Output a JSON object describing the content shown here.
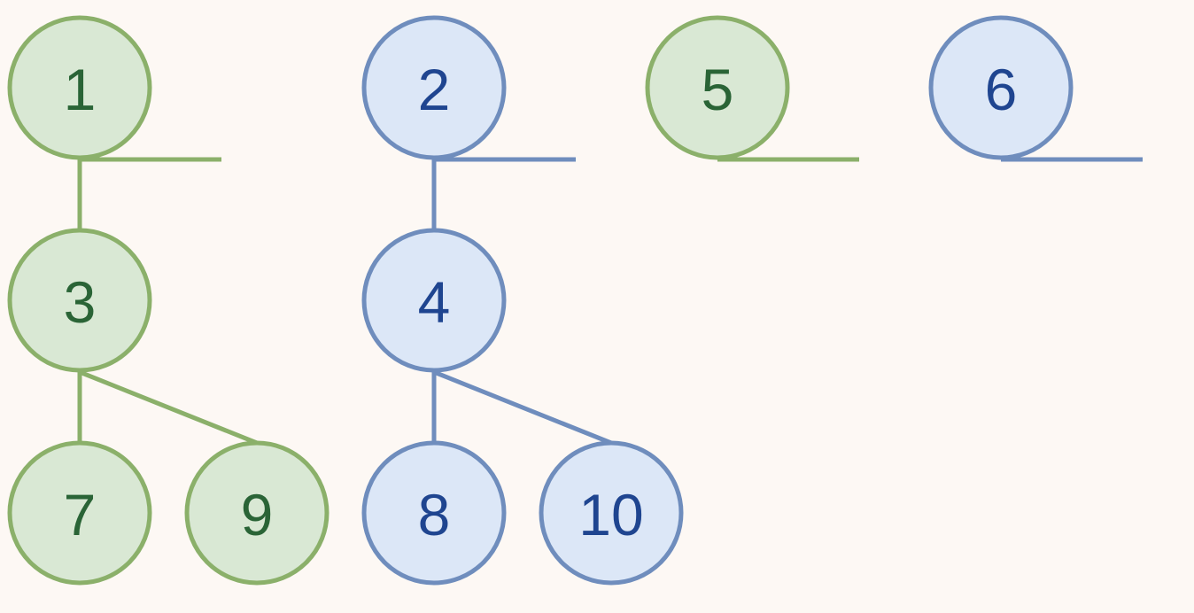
{
  "diagram": {
    "groups": [
      {
        "name": "green",
        "fill": "#d9e8d4",
        "stroke": "#8bb06a",
        "text_color": "#2a6436"
      },
      {
        "name": "blue",
        "fill": "#dce7f7",
        "stroke": "#6f8dbd",
        "text_color": "#1f4590"
      }
    ],
    "nodes": [
      {
        "id": "1",
        "label": "1",
        "group": "green"
      },
      {
        "id": "2",
        "label": "2",
        "group": "blue"
      },
      {
        "id": "5",
        "label": "5",
        "group": "green"
      },
      {
        "id": "6",
        "label": "6",
        "group": "blue"
      },
      {
        "id": "3",
        "label": "3",
        "group": "green"
      },
      {
        "id": "4",
        "label": "4",
        "group": "blue"
      },
      {
        "id": "7",
        "label": "7",
        "group": "green"
      },
      {
        "id": "9",
        "label": "9",
        "group": "green"
      },
      {
        "id": "8",
        "label": "8",
        "group": "blue"
      },
      {
        "id": "10",
        "label": "10",
        "group": "blue"
      }
    ],
    "edges": [
      {
        "from": "1",
        "to": "3"
      },
      {
        "from": "2",
        "to": "4"
      },
      {
        "from": "3",
        "to": "7"
      },
      {
        "from": "3",
        "to": "9"
      },
      {
        "from": "4",
        "to": "8"
      },
      {
        "from": "4",
        "to": "10"
      }
    ],
    "root_markers": [
      "1",
      "2",
      "5",
      "6"
    ]
  }
}
